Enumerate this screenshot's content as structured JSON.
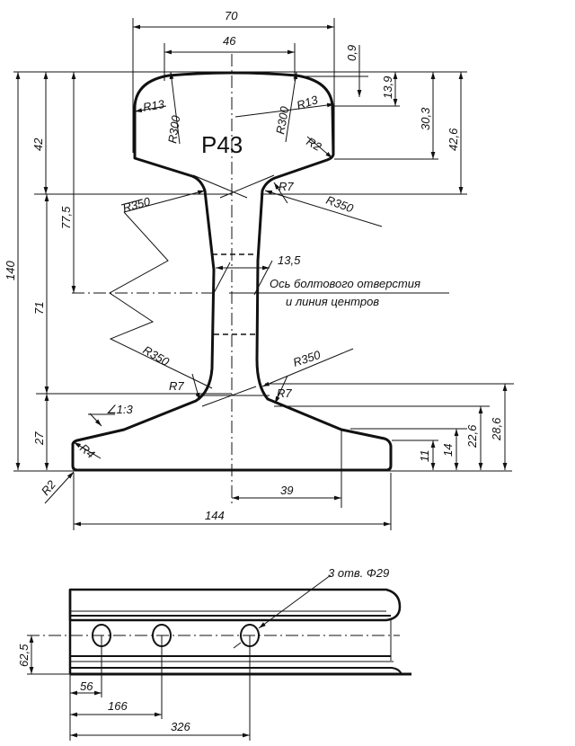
{
  "profile": {
    "designation": "P43",
    "dims": {
      "head_width": "70",
      "crown_width": "46",
      "crown_drop": "0,9",
      "side_radius_height": "13,9",
      "head_side_height": "30,3",
      "head_height": "42,6",
      "head_to_fillet": "42",
      "top_to_bolt_axis": "77,5",
      "total_height": "140",
      "bolt_axis_to_foot_fillet": "71",
      "foot_height": "27",
      "web_thickness": "13,5",
      "foot_half_width": "39",
      "foot_width": "144",
      "foot_h_22_6": "22,6",
      "foot_h_28_6": "28,6",
      "foot_h_14": "14",
      "foot_edge": "11",
      "slope": "∠1:3"
    },
    "radii": {
      "r13_left": "R13",
      "r13_right": "R13",
      "r300_left": "R300",
      "r300_right": "R300",
      "r2_head": "R2",
      "r7_top_right": "R7",
      "r350_top_left": "R350",
      "r350_top_right": "R350",
      "r350_bottom_left": "R350",
      "r350_bottom_right": "R350",
      "r7_bottom_left": "R7",
      "r7_bottom_right": "R7",
      "r4": "R4",
      "r2_foot": "R2"
    },
    "note_line1": "Ось болтового отверстия",
    "note_line2": "и линия центров"
  },
  "side_view": {
    "holes_note": "3 отв. Φ29",
    "hole_height": "62,5",
    "hole1": "56",
    "hole2": "166",
    "hole3": "326"
  }
}
